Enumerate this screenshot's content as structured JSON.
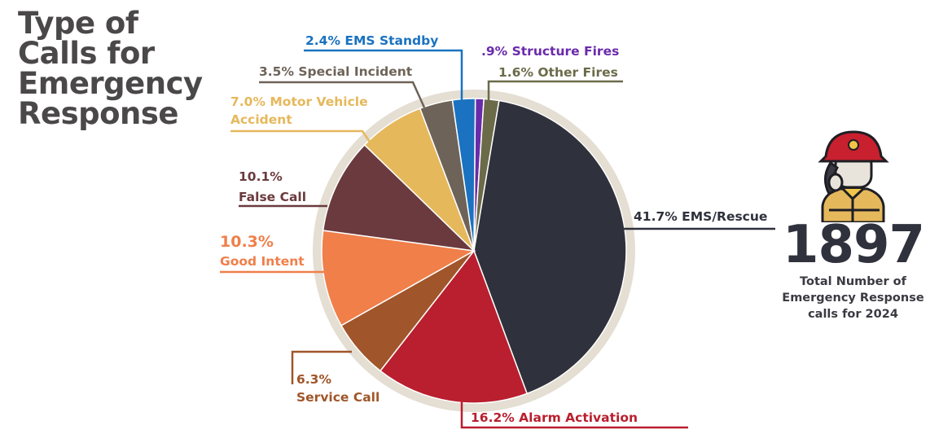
{
  "title_lines": [
    "Type of",
    "Calls for",
    "Emergency",
    "Response"
  ],
  "chart_data": {
    "type": "pie",
    "title": "Type of Calls for Emergency Response",
    "slices": [
      {
        "label": "Structure Fires",
        "value": 0.9,
        "display": ".9% Structure Fires",
        "color": "#6a2bab"
      },
      {
        "label": "Other Fires",
        "value": 1.6,
        "display": "1.6% Other Fires",
        "color": "#6b6b4a"
      },
      {
        "label": "EMS/Rescue",
        "value": 41.7,
        "display": "41.7% EMS/Rescue",
        "color": "#2f313c"
      },
      {
        "label": "Alarm Activation",
        "value": 16.2,
        "display": "16.2% Alarm Activation",
        "color": "#b91f2e"
      },
      {
        "label": "Service Call",
        "value": 6.3,
        "display_pct": "6.3%",
        "display_name": "Service Call",
        "color": "#a0562a"
      },
      {
        "label": "Good Intent",
        "value": 10.3,
        "display_pct": "10.3%",
        "display_name": "Good Intent",
        "color": "#f07f4a"
      },
      {
        "label": "False Call",
        "value": 10.1,
        "display_pct": "10.1%",
        "display_name": "False Call",
        "color": "#6b3a3e"
      },
      {
        "label": "Motor Vehicle Accident",
        "value": 7.0,
        "display_pct": "7.0% Motor Vehicle",
        "display_name": "Accident",
        "color": "#e6b85c"
      },
      {
        "label": "Special Incident",
        "value": 3.5,
        "display": "3.5% Special Incident",
        "color": "#6e6358"
      },
      {
        "label": "EMS Standby",
        "value": 2.4,
        "display": "2.4% EMS Standby",
        "color": "#1a72c0"
      }
    ],
    "ring_color": "#e4ded3"
  },
  "total": {
    "value": "1897",
    "caption_lines": [
      "Total Number of",
      "Emergency Response",
      "calls for 2024"
    ]
  }
}
